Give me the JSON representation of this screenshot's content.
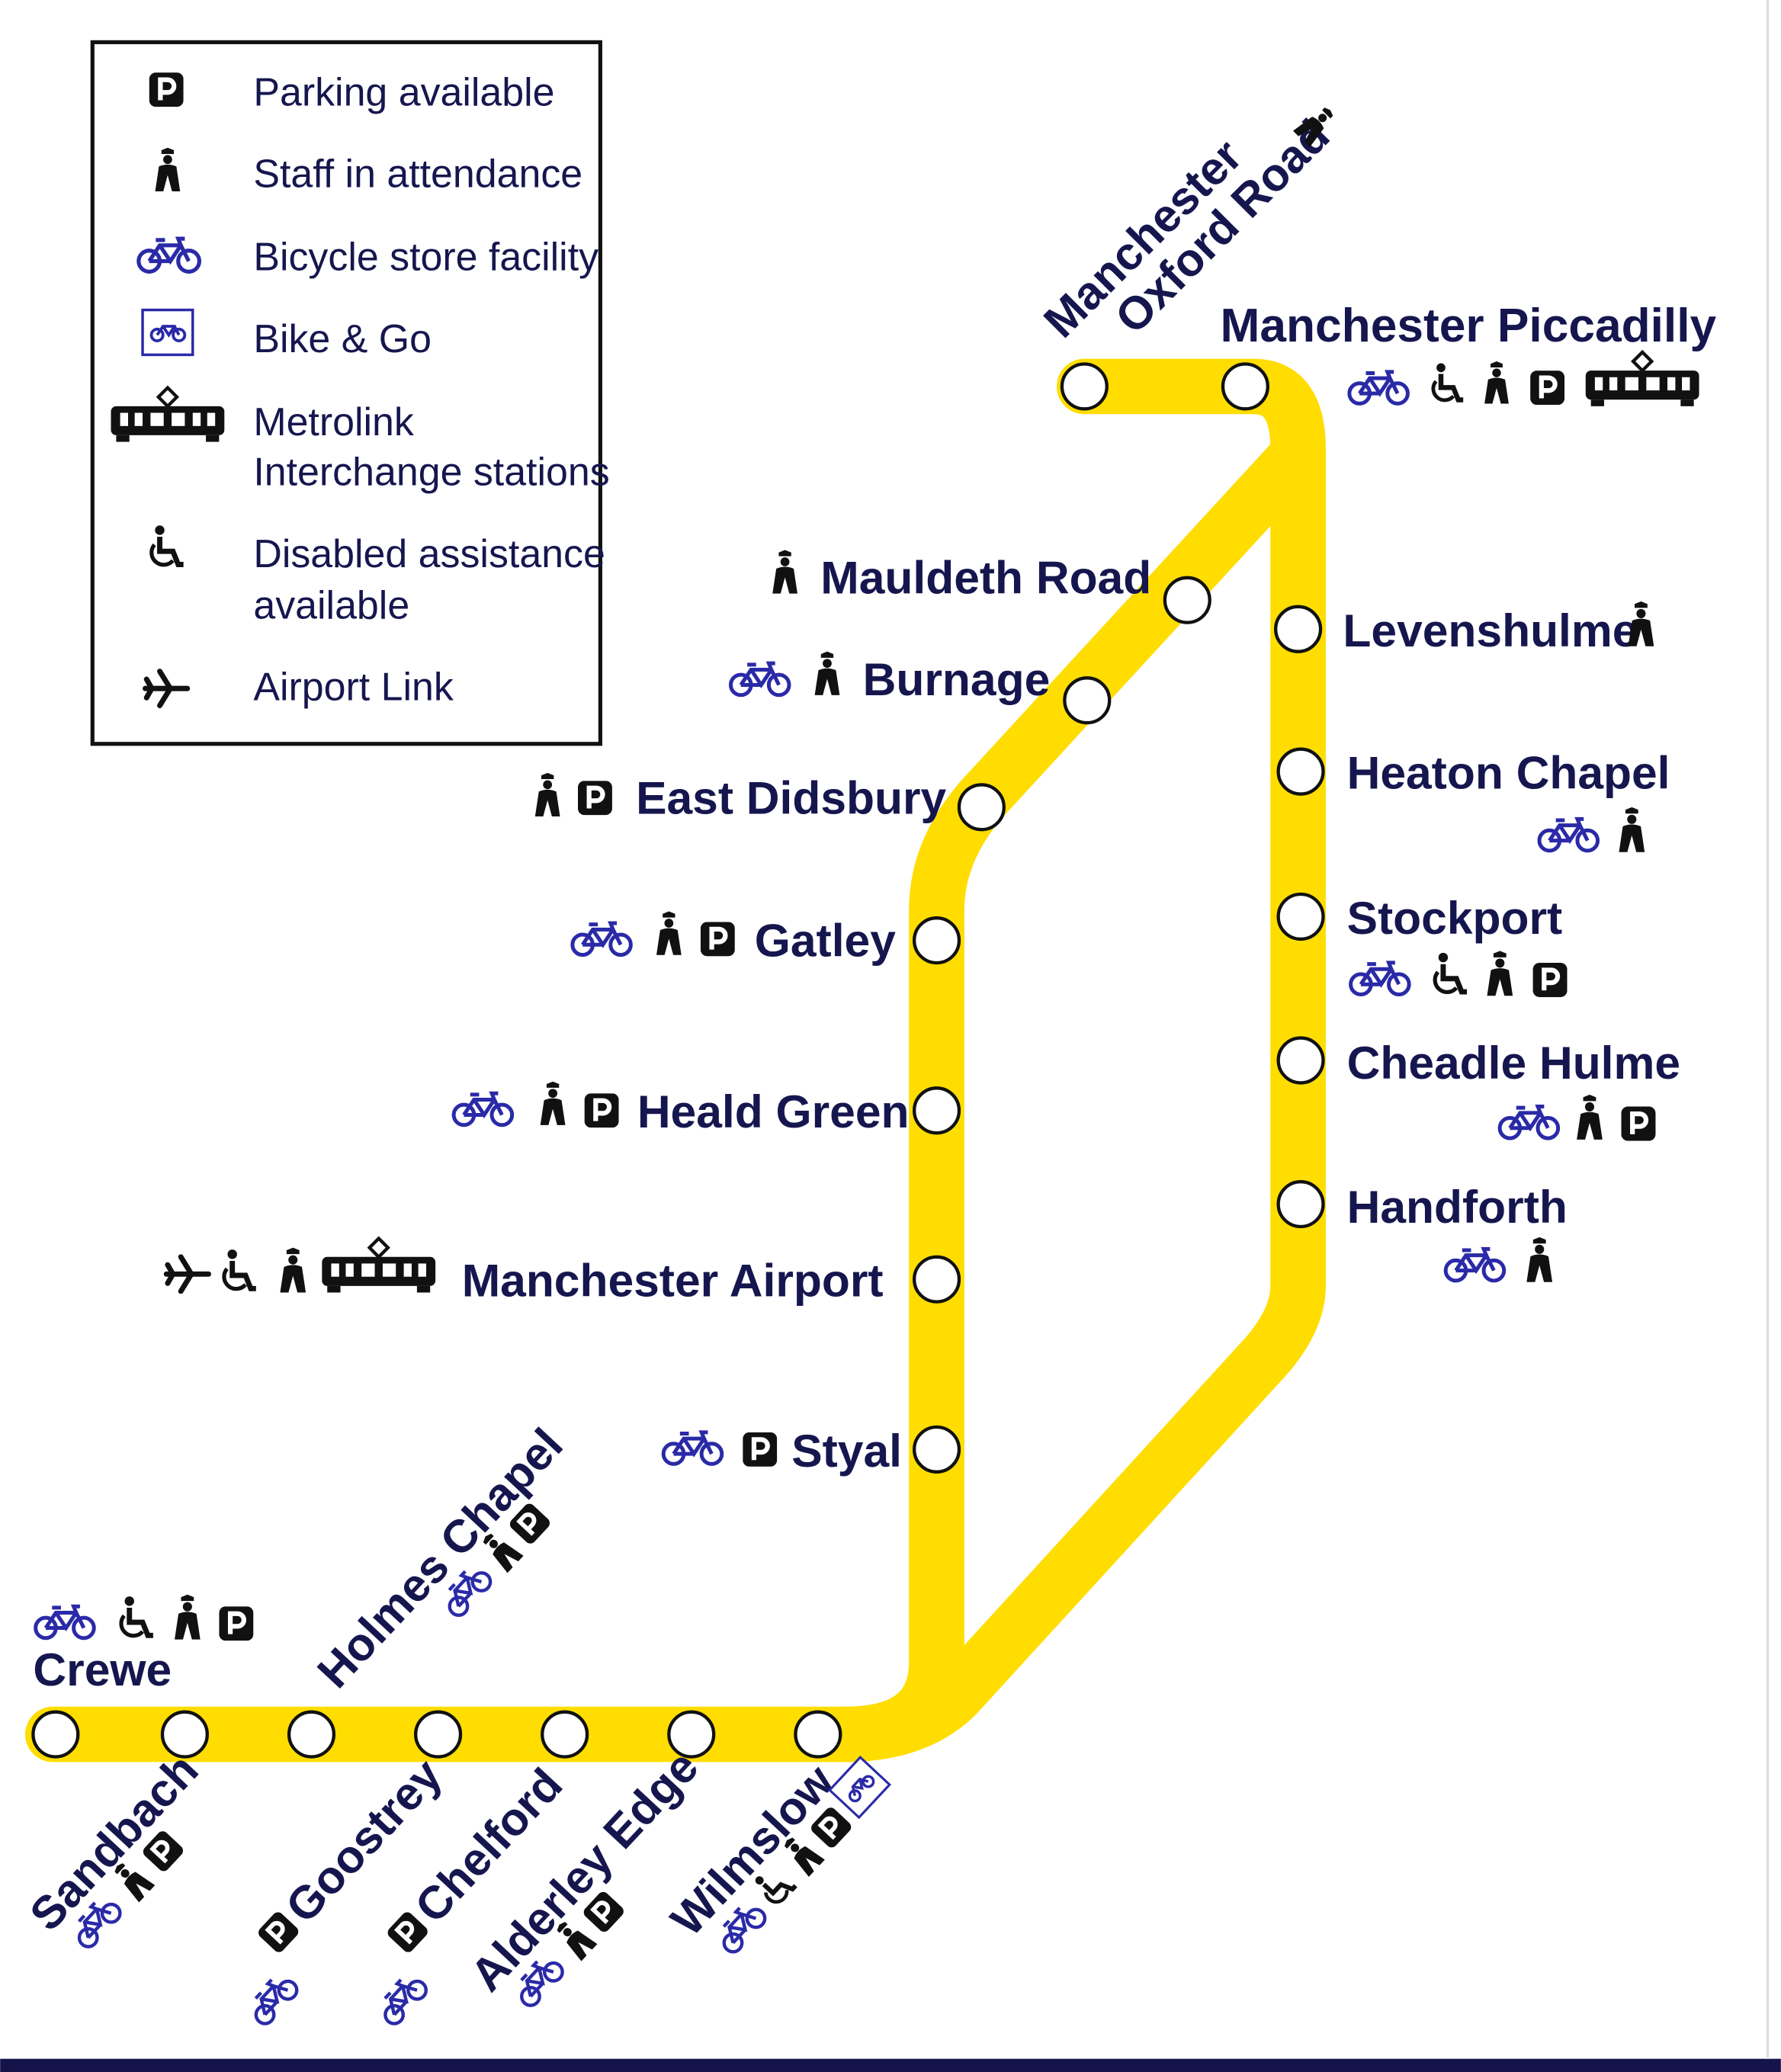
{
  "colors": {
    "line": "#FFDD00",
    "text": "#16164f",
    "bicycle": "#2a2aa8"
  },
  "legend": {
    "items": [
      {
        "icon": "parking-icon",
        "lines": [
          "Parking available"
        ]
      },
      {
        "icon": "staff-icon",
        "lines": [
          "Staff in attendance"
        ]
      },
      {
        "icon": "bicycle-icon",
        "lines": [
          "Bicycle store facility"
        ]
      },
      {
        "icon": "bike-and-go-icon",
        "lines": [
          "Bike & Go"
        ]
      },
      {
        "icon": "tram-icon",
        "lines": [
          "Metrolink",
          "Interchange stations"
        ]
      },
      {
        "icon": "wheelchair-icon",
        "lines": [
          "Disabled assistance",
          "available"
        ]
      },
      {
        "icon": "airplane-icon",
        "lines": [
          "Airport Link"
        ]
      }
    ]
  },
  "stations": {
    "oxford_road": {
      "lines": [
        "Manchester",
        "Oxford Road"
      ],
      "facilities": [
        "staff"
      ]
    },
    "piccadilly": {
      "name": "Manchester Piccadilly",
      "facilities": [
        "bicycle",
        "disabled",
        "staff",
        "parking",
        "metrolink"
      ]
    },
    "mauldeth_road": {
      "name": "Mauldeth Road",
      "facilities": [
        "staff"
      ]
    },
    "burnage": {
      "name": "Burnage",
      "facilities": [
        "bicycle",
        "staff"
      ]
    },
    "east_didsbury": {
      "name": "East Didsbury",
      "facilities": [
        "staff",
        "parking"
      ]
    },
    "gatley": {
      "name": "Gatley",
      "facilities": [
        "bicycle",
        "staff",
        "parking"
      ]
    },
    "heald_green": {
      "name": "Heald Green",
      "facilities": [
        "bicycle",
        "staff",
        "parking"
      ]
    },
    "manchester_airport": {
      "name": "Manchester Airport",
      "facilities": [
        "airport",
        "disabled",
        "staff",
        "metrolink"
      ]
    },
    "styal": {
      "name": "Styal",
      "facilities": [
        "bicycle",
        "parking"
      ]
    },
    "levenshulme": {
      "name": "Levenshulme",
      "facilities": [
        "staff"
      ]
    },
    "heaton_chapel": {
      "name": "Heaton Chapel",
      "facilities": [
        "bicycle",
        "staff"
      ]
    },
    "stockport": {
      "name": "Stockport",
      "facilities": [
        "bicycle",
        "disabled",
        "staff",
        "parking"
      ]
    },
    "cheadle_hulme": {
      "name": "Cheadle Hulme",
      "facilities": [
        "bicycle",
        "staff",
        "parking"
      ]
    },
    "handforth": {
      "name": "Handforth",
      "facilities": [
        "bicycle",
        "staff"
      ]
    },
    "crewe": {
      "name": "Crewe",
      "facilities": [
        "bicycle",
        "disabled",
        "staff",
        "parking"
      ]
    },
    "sandbach": {
      "name": "Sandbach",
      "facilities": [
        "bicycle",
        "staff",
        "parking"
      ]
    },
    "holmes_chapel": {
      "name": "Holmes Chapel",
      "facilities": [
        "bicycle",
        "staff",
        "parking"
      ]
    },
    "goostrey": {
      "name": "Goostrey",
      "facilities": [
        "bicycle",
        "parking"
      ]
    },
    "chelford": {
      "name": "Chelford",
      "facilities": [
        "bicycle",
        "parking"
      ]
    },
    "alderley_edge": {
      "name": "Alderley Edge",
      "facilities": [
        "bicycle",
        "staff",
        "parking"
      ]
    },
    "wilmslow": {
      "name": "Wilmslow",
      "facilities": [
        "bicycle",
        "disabled",
        "staff",
        "parking",
        "bike-and-go"
      ]
    }
  }
}
